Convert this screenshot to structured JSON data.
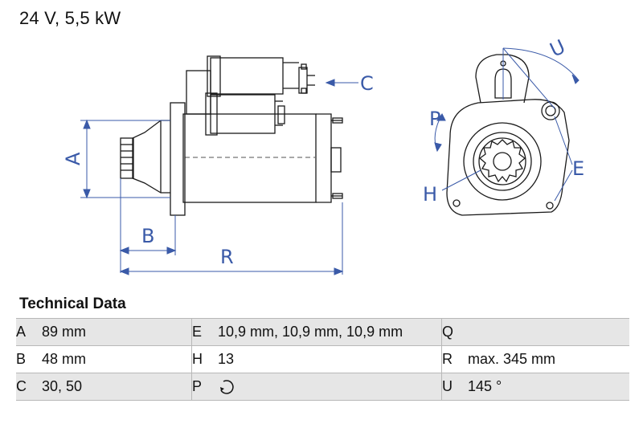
{
  "header": {
    "spec": "24 V, 5,5 kW"
  },
  "drawing": {
    "labels": {
      "A": "A",
      "B": "B",
      "C": "C",
      "R": "R",
      "P": "P",
      "U": "U",
      "E": "E",
      "H": "H"
    },
    "line_color": "#1a1a1a",
    "dimension_color": "#3a5aa8"
  },
  "technical_data": {
    "heading": "Technical Data",
    "rows": [
      {
        "k1": "A",
        "v1": "89 mm",
        "k2": "E",
        "v2": "10,9 mm, 10,9 mm, 10,9 mm",
        "k3": "Q",
        "v3": ""
      },
      {
        "k1": "B",
        "v1": "48 mm",
        "k2": "H",
        "v2": "13",
        "k3": "R",
        "v3": "max. 345 mm"
      },
      {
        "k1": "C",
        "v1": "30, 50",
        "k2": "P",
        "v2_icon": "rotation-counterclockwise-icon",
        "k3": "U",
        "v3": "145 °"
      }
    ]
  }
}
